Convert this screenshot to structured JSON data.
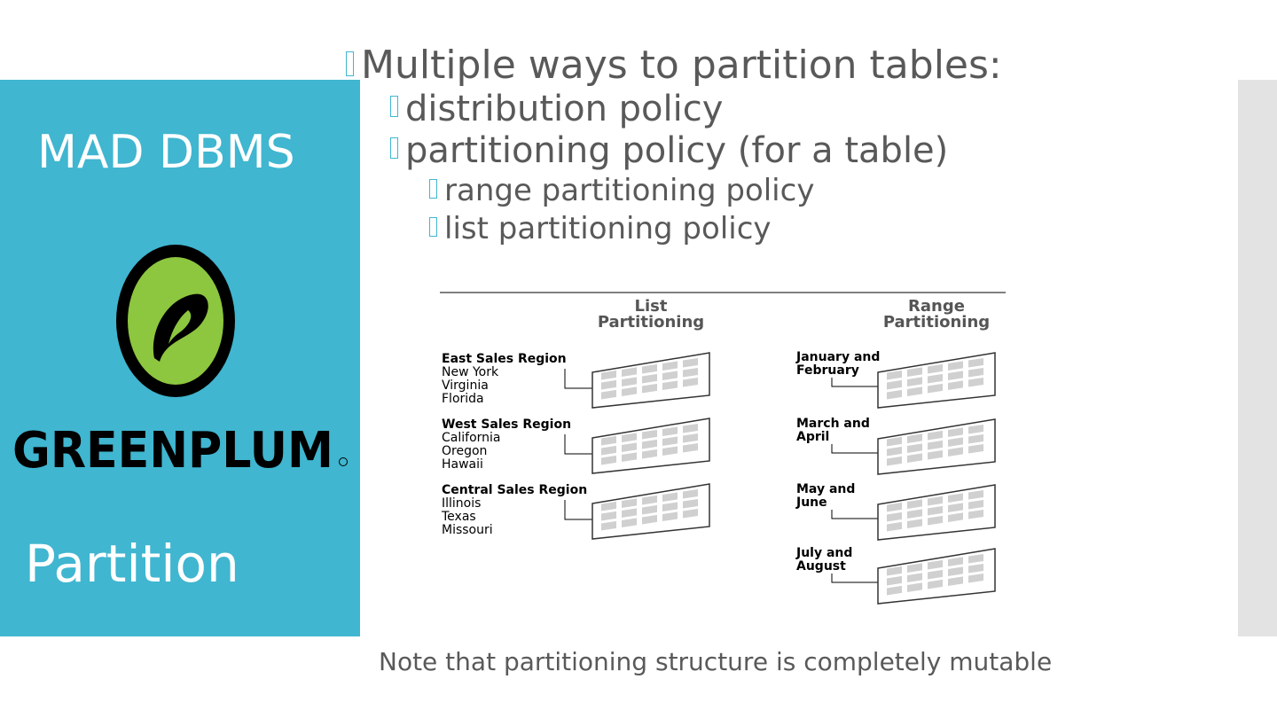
{
  "sidebar": {
    "title": "MAD DBMS",
    "logo_text": "GREENPLUM",
    "subtitle": "Partition"
  },
  "bullets": {
    "level1": "Multiple ways to partition tables:",
    "level2": [
      "distribution policy",
      "partitioning policy (for a table)"
    ],
    "level3": [
      "range partitioning policy",
      "list partitioning policy"
    ]
  },
  "diagram": {
    "list_heading": [
      "List",
      "Partitioning"
    ],
    "range_heading": [
      "Range",
      "Partitioning"
    ],
    "list_groups": [
      {
        "region": "East Sales Region",
        "items": [
          "New York",
          "Virginia",
          "Florida"
        ]
      },
      {
        "region": "West Sales Region",
        "items": [
          "California",
          "Oregon",
          "Hawaii"
        ]
      },
      {
        "region": "Central Sales Region",
        "items": [
          "Illinois",
          "Texas",
          "Missouri"
        ]
      }
    ],
    "range_groups": [
      {
        "label": [
          "January and",
          "February"
        ]
      },
      {
        "label": [
          "March and",
          "April"
        ]
      },
      {
        "label": [
          "May and",
          "June"
        ]
      },
      {
        "label": [
          "July and",
          "August"
        ]
      }
    ]
  },
  "note": "Note that partitioning structure is completely mutable",
  "colors": {
    "accent": "#40b6d0",
    "logo_green": "#8dc63f",
    "strip": "#e3e3e3"
  }
}
